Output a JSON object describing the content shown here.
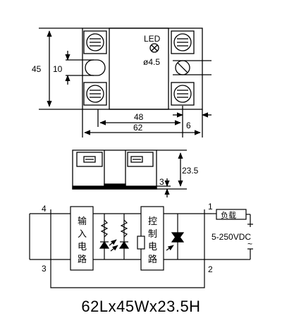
{
  "top_view": {
    "led_label": "LED",
    "hole_label": "ø4.5",
    "dim_height": "45",
    "dim_inner": "10",
    "dim_48": "48",
    "dim_62": "62",
    "dim_6": "6"
  },
  "side_view": {
    "dim_23_5": "23.5",
    "dim_3": "3"
  },
  "circuit": {
    "pin_1": "1",
    "pin_2": "2",
    "pin_3": "3",
    "pin_4": "4",
    "input_box": [
      "输",
      "入",
      "电",
      "路"
    ],
    "control_box": [
      "控",
      "制",
      "电",
      "路"
    ],
    "load_label": "负载",
    "voltage_label": "5-250VDC",
    "ac_symbol": "~"
  },
  "title": "62Lx45Wx23.5H",
  "colors": {
    "line": "#000000",
    "background": "#ffffff"
  }
}
